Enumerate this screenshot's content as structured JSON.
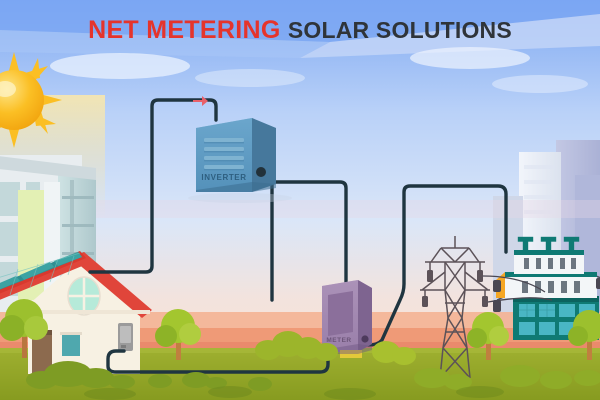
{
  "illustration": {
    "title": {
      "highlight": "NET METERING",
      "rest": "SOLAR SOLUTIONS",
      "highlight_color": "#e5342c",
      "rest_color": "#2f3439"
    },
    "equipment": {
      "inverter": {
        "label": "INVERTER",
        "body_color": "#5b9cc4",
        "side_color": "#4a84a8",
        "vent_count": 5
      },
      "meter": {
        "label": "METER",
        "body_color": "#a58bb3",
        "side_color": "#8f749e",
        "screen_color": "#8b6f9b"
      },
      "house_panel": {
        "name": "electrical-panel",
        "color": "#9b9b9b"
      }
    },
    "scene_elements": {
      "sun": {
        "name": "sun",
        "color": "#fbbf24",
        "core_color": "#fcd34d"
      },
      "sky": {
        "top_color": "#7aa8f5",
        "bottom_color": "#dfe9fb"
      },
      "roof_color": "#e0453a",
      "solar_panel_color": "#2f8f92",
      "house_wall_color": "#f7f1e3",
      "ground_grass": "#93a827",
      "ground_soil": "#f0a07a",
      "tree_foliage": "#9cc02e",
      "cable_color": "#1f3540",
      "flow_marker_color": "#e8606a",
      "tower_color": "#5c5258",
      "substation_roof": "#12857f",
      "building_window": "#49b6c4"
    },
    "connections": [
      {
        "from": "solar-panels",
        "to": "inverter",
        "direction": "forward"
      },
      {
        "from": "inverter",
        "to": "meter",
        "direction": "forward"
      },
      {
        "from": "meter",
        "to": "grid-tower",
        "direction": "bidirectional"
      },
      {
        "from": "house-panel",
        "to": "meter",
        "direction": "bidirectional"
      },
      {
        "from": "grid-tower",
        "to": "substation",
        "direction": "bidirectional"
      }
    ]
  }
}
